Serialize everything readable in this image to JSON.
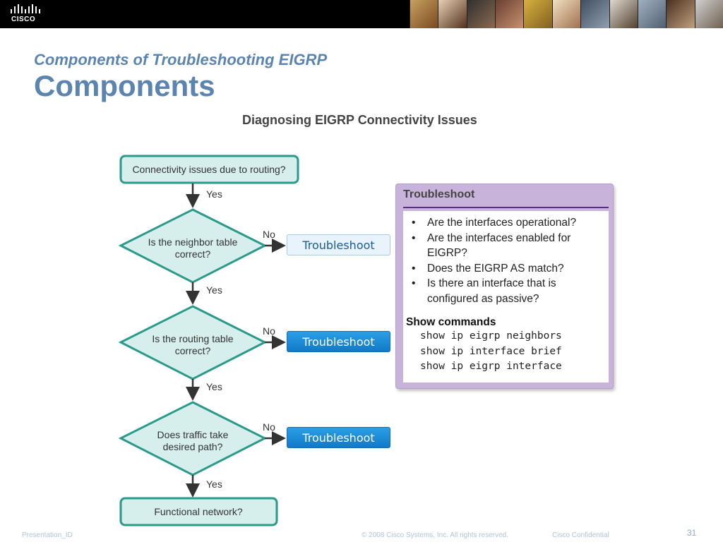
{
  "header": {
    "logo_text": "CISCO"
  },
  "slide": {
    "subtitle": "Components of Troubleshooting EIGRP",
    "title": "Components",
    "diagram_title": "Diagnosing EIGRP Connectivity Issues"
  },
  "flowchart": {
    "start": "Connectivity issues due to routing?",
    "decisions": [
      {
        "line1": "Is the neighbor table",
        "line2": "correct?"
      },
      {
        "line1": "Is the routing table",
        "line2": "correct?"
      },
      {
        "line1": "Does traffic take",
        "line2": "desired path?"
      }
    ],
    "end": "Functional network?",
    "yes_label": "Yes",
    "no_label": "No",
    "troubleshoot_label": "Troubleshoot"
  },
  "panel": {
    "header": "Troubleshoot",
    "bullets": [
      "Are the interfaces operational?",
      "Are the interfaces enabled for EIGRP?",
      "Does the EIGRP AS match?",
      "Is there an interface that is configured as passive?"
    ],
    "show_commands_heading": "Show commands",
    "commands": [
      "show ip eigrp neighbors",
      "show ip interface brief",
      "show ip eigrp interface"
    ]
  },
  "footer": {
    "presentation_id": "Presentation_ID",
    "copyright": "© 2008 Cisco Systems, Inc. All rights reserved.",
    "classification": "Cisco Confidential",
    "page_number": "31"
  },
  "colors": {
    "title_blue": "#5c84b0",
    "flow_teal": "#2a9a8a",
    "flow_fill": "#d6efec",
    "panel_purple": "#c8b3db",
    "button_blue": "#1a8ad8"
  }
}
